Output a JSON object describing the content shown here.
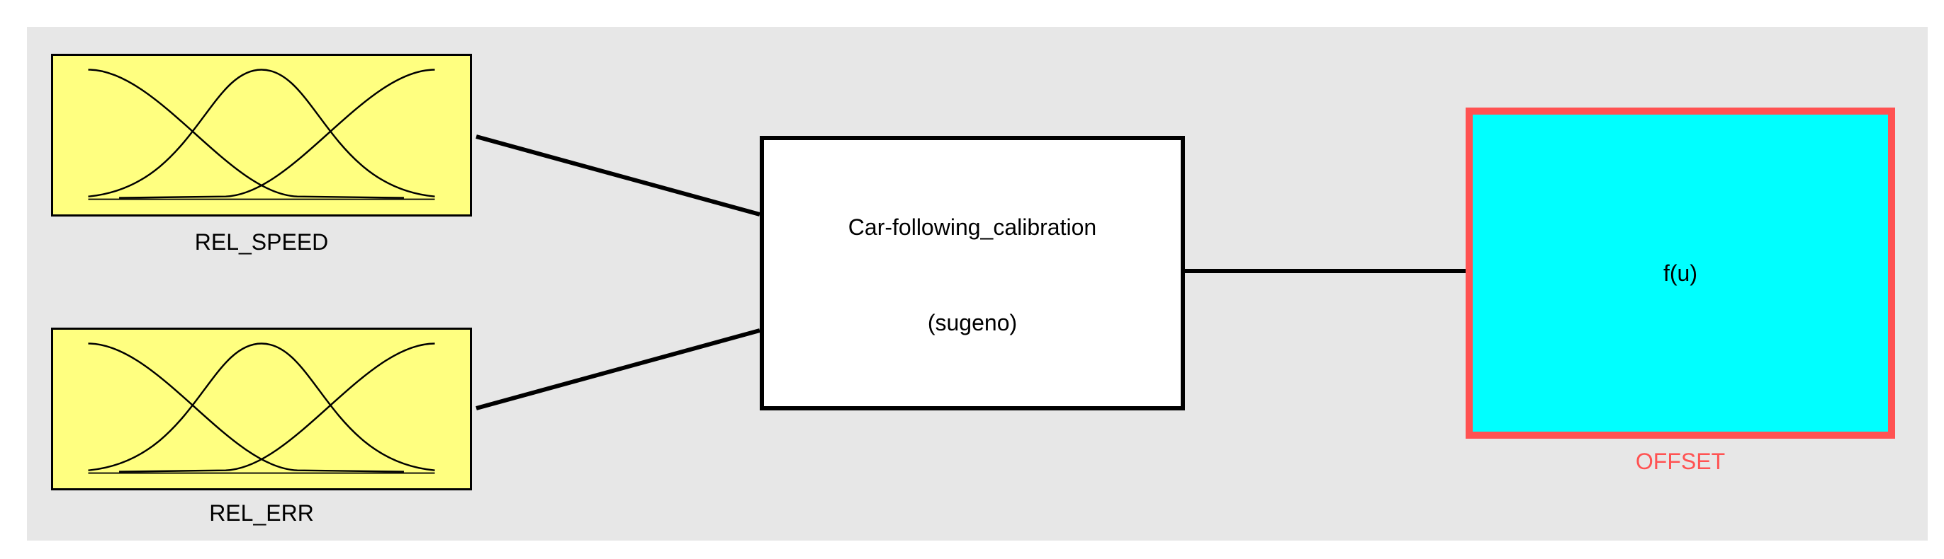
{
  "inputs": [
    {
      "name": "REL_SPEED",
      "mf_count": 3
    },
    {
      "name": "REL_ERR",
      "mf_count": 3
    }
  ],
  "system": {
    "name": "Car-following_calibration",
    "type": "(sugeno)"
  },
  "output": {
    "function": "f(u)",
    "name": "OFFSET"
  },
  "colors": {
    "canvas_background": "#e7e7e7",
    "input_fill": "#ffff80",
    "output_fill": "#00ffff",
    "output_highlight": "#ff5252",
    "line": "#000000"
  }
}
